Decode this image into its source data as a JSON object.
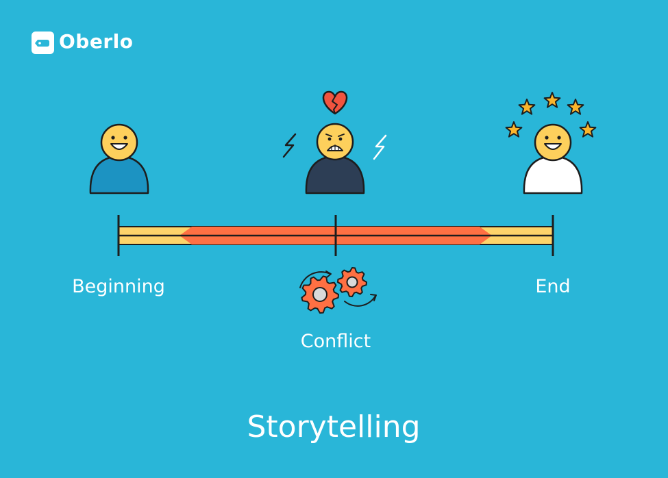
{
  "brand": {
    "name": "Oberlo",
    "logo_icon": "price-tag-icon"
  },
  "colors": {
    "background": "#29b6d8",
    "bar_outer": "#fdd46a",
    "bar_inner": "#ff7043",
    "skin": "#fdd05c",
    "beginning_body": "#1c93c2",
    "conflict_body": "#2d3e55",
    "end_body": "#ffffff",
    "heart": "#f2543f",
    "star": "#fbb52c",
    "gear": "#ff7043"
  },
  "stages": [
    {
      "label": "Beginning",
      "mood": "happy",
      "icon": "smiling-person-icon"
    },
    {
      "label": "Conflict",
      "mood": "worried",
      "icon": "worried-person-icon",
      "extras": [
        "broken-heart-icon",
        "lightning-bolt-icon",
        "gears-icon"
      ]
    },
    {
      "label": "End",
      "mood": "happy",
      "icon": "smiling-person-icon",
      "extras": [
        "stars-icon"
      ]
    }
  ],
  "title": "Storytelling"
}
